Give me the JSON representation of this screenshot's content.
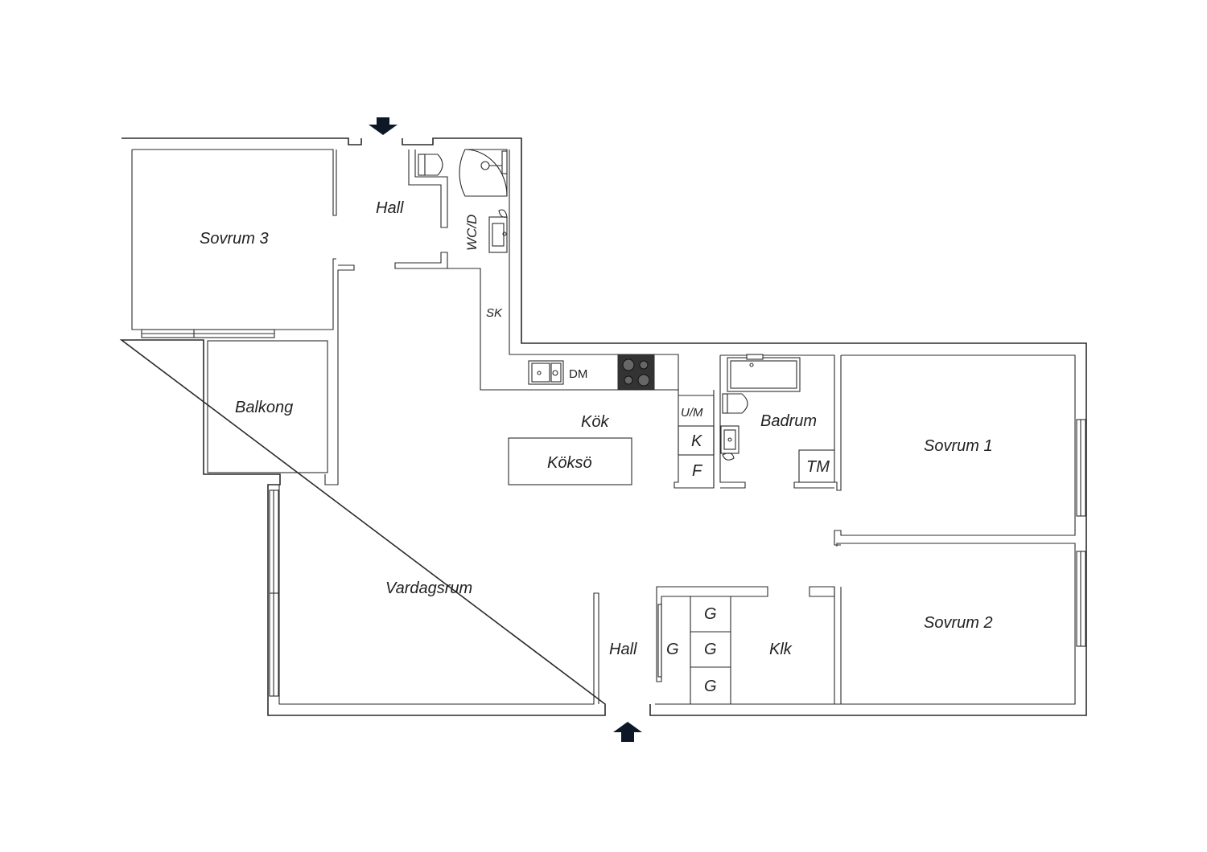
{
  "rooms": {
    "sovrum3": "Sovrum 3",
    "hall_top": "Hall",
    "wcd": "WC/D",
    "sk": "SK",
    "balkong": "Balkong",
    "dm": "DM",
    "kok": "Kök",
    "koksö": "Köksö",
    "um": "U/M",
    "k": "K",
    "f": "F",
    "badrum": "Badrum",
    "tm": "TM",
    "sovrum1": "Sovrum 1",
    "vardagsrum": "Vardagsrum",
    "sovrum2": "Sovrum 2",
    "hall_bottom": "Hall",
    "g_hall": "G",
    "g1": "G",
    "g2": "G",
    "g3": "G",
    "klk": "Klk"
  },
  "icons": {
    "entrance_top": "arrow-down-icon",
    "entrance_bottom": "arrow-up-icon"
  },
  "colors": {
    "wall": "#2b2b2b",
    "arrow": "#0d1826",
    "stove": "#333333"
  }
}
